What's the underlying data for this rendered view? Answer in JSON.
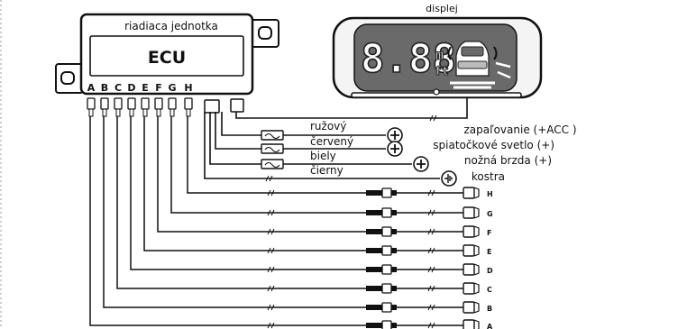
{
  "ecu": {
    "title": "riadiaca jednotka",
    "label": "ECU",
    "pins": [
      "A",
      "B",
      "C",
      "D",
      "E",
      "F",
      "G",
      "H"
    ]
  },
  "display": {
    "title": "displej",
    "digits": "8.88",
    "unit_m": "m",
    "unit_ft": "ft"
  },
  "wires": [
    {
      "color": "ružový",
      "function": "zapaľovanie (+ACC )"
    },
    {
      "color": "červený",
      "function": "spiatočkové svetlo (+)"
    },
    {
      "color": "biely",
      "function": "nožná brzda (+)"
    },
    {
      "color": "čierny",
      "function": "kostra"
    }
  ],
  "sensors": [
    "H",
    "G",
    "F",
    "E",
    "D",
    "C",
    "B",
    "A"
  ],
  "colors": {
    "line": "#111111",
    "display_body": "#f4f4f4",
    "lcd": "#6a6a6a"
  },
  "icons": {
    "fuse": "fuse-icon",
    "plus": "plus-terminal-icon",
    "ground": "ground-icon",
    "sensor": "parking-sensor-icon",
    "car": "car-icon"
  }
}
